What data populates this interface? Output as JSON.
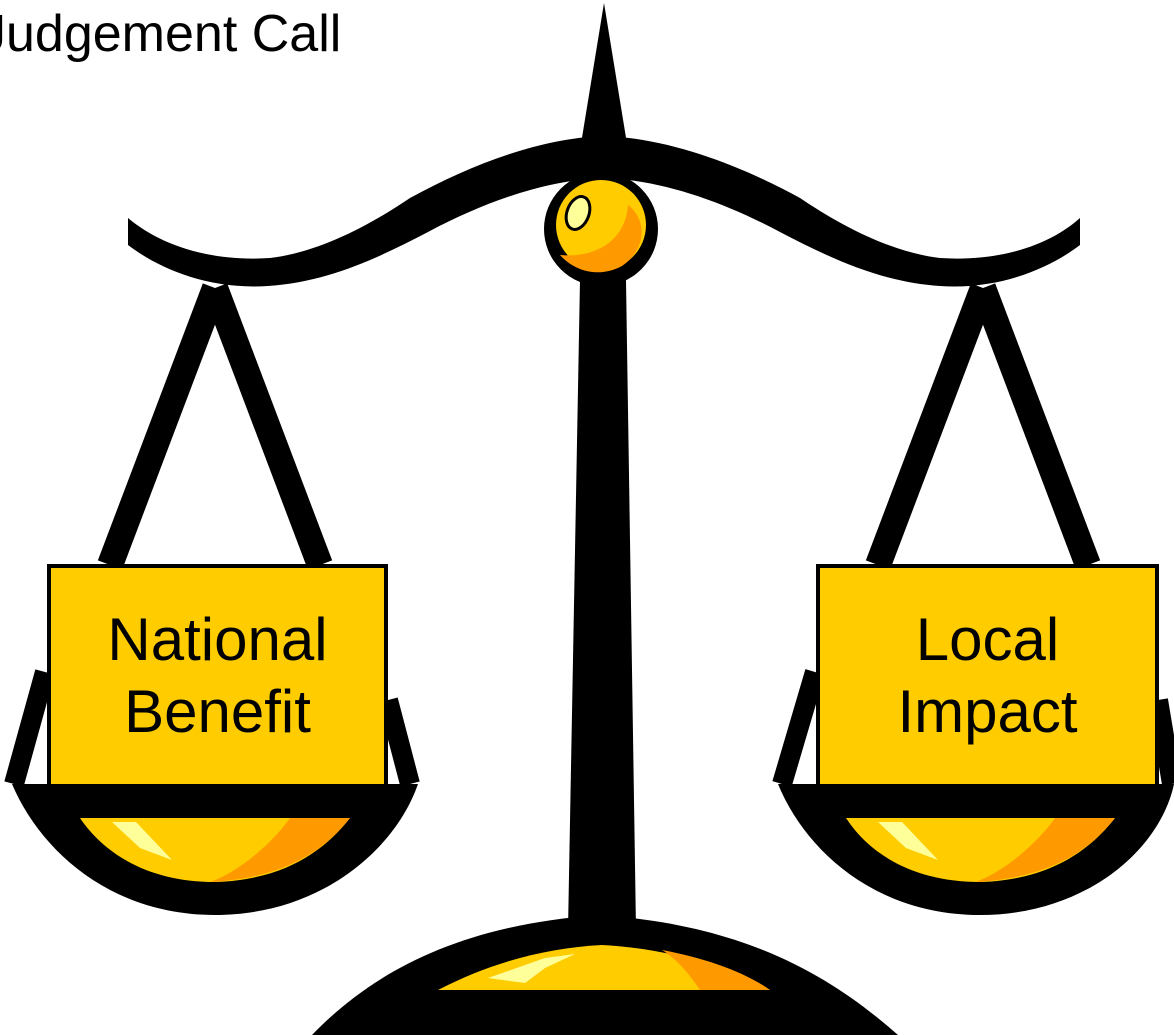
{
  "title": "Judgement Call",
  "left_weight": {
    "line1": "National",
    "line2": "Benefit"
  },
  "right_weight": {
    "line1": "Local",
    "line2": "Impact"
  },
  "colors": {
    "stroke": "#000000",
    "gold": "#ffcc00",
    "orange": "#ff9900",
    "highlight": "#ffff99",
    "background": "#ffffff"
  },
  "icon": "balance-scale-icon"
}
